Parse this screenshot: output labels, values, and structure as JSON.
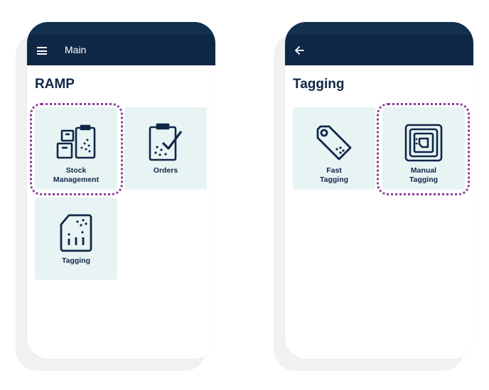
{
  "left_screen": {
    "appbar": {
      "title": "Main",
      "menu_icon": "hamburger-menu-icon"
    },
    "heading": "RAMP",
    "tiles": [
      {
        "label_line1": "Stock",
        "label_line2": "Management",
        "icon": "stock-management-icon",
        "highlighted": true
      },
      {
        "label_line1": "Orders",
        "label_line2": "",
        "icon": "orders-clipboard-icon",
        "highlighted": false
      },
      {
        "label_line1": "Tagging",
        "label_line2": "",
        "icon": "tagging-chip-icon",
        "highlighted": false
      }
    ]
  },
  "right_screen": {
    "appbar": {
      "back_icon": "back-arrow-icon"
    },
    "heading": "Tagging",
    "tiles": [
      {
        "label_line1": "Fast",
        "label_line2": "Tagging",
        "icon": "fast-tagging-tag-icon",
        "highlighted": false
      },
      {
        "label_line1": "Manual",
        "label_line2": "Tagging",
        "icon": "manual-tagging-rfid-icon",
        "highlighted": true
      }
    ]
  },
  "colors": {
    "appbar": "#0f2747",
    "tile_background": "#e8f4f4",
    "highlight": "#8b3d9a",
    "text_dark": "#0f2747"
  }
}
